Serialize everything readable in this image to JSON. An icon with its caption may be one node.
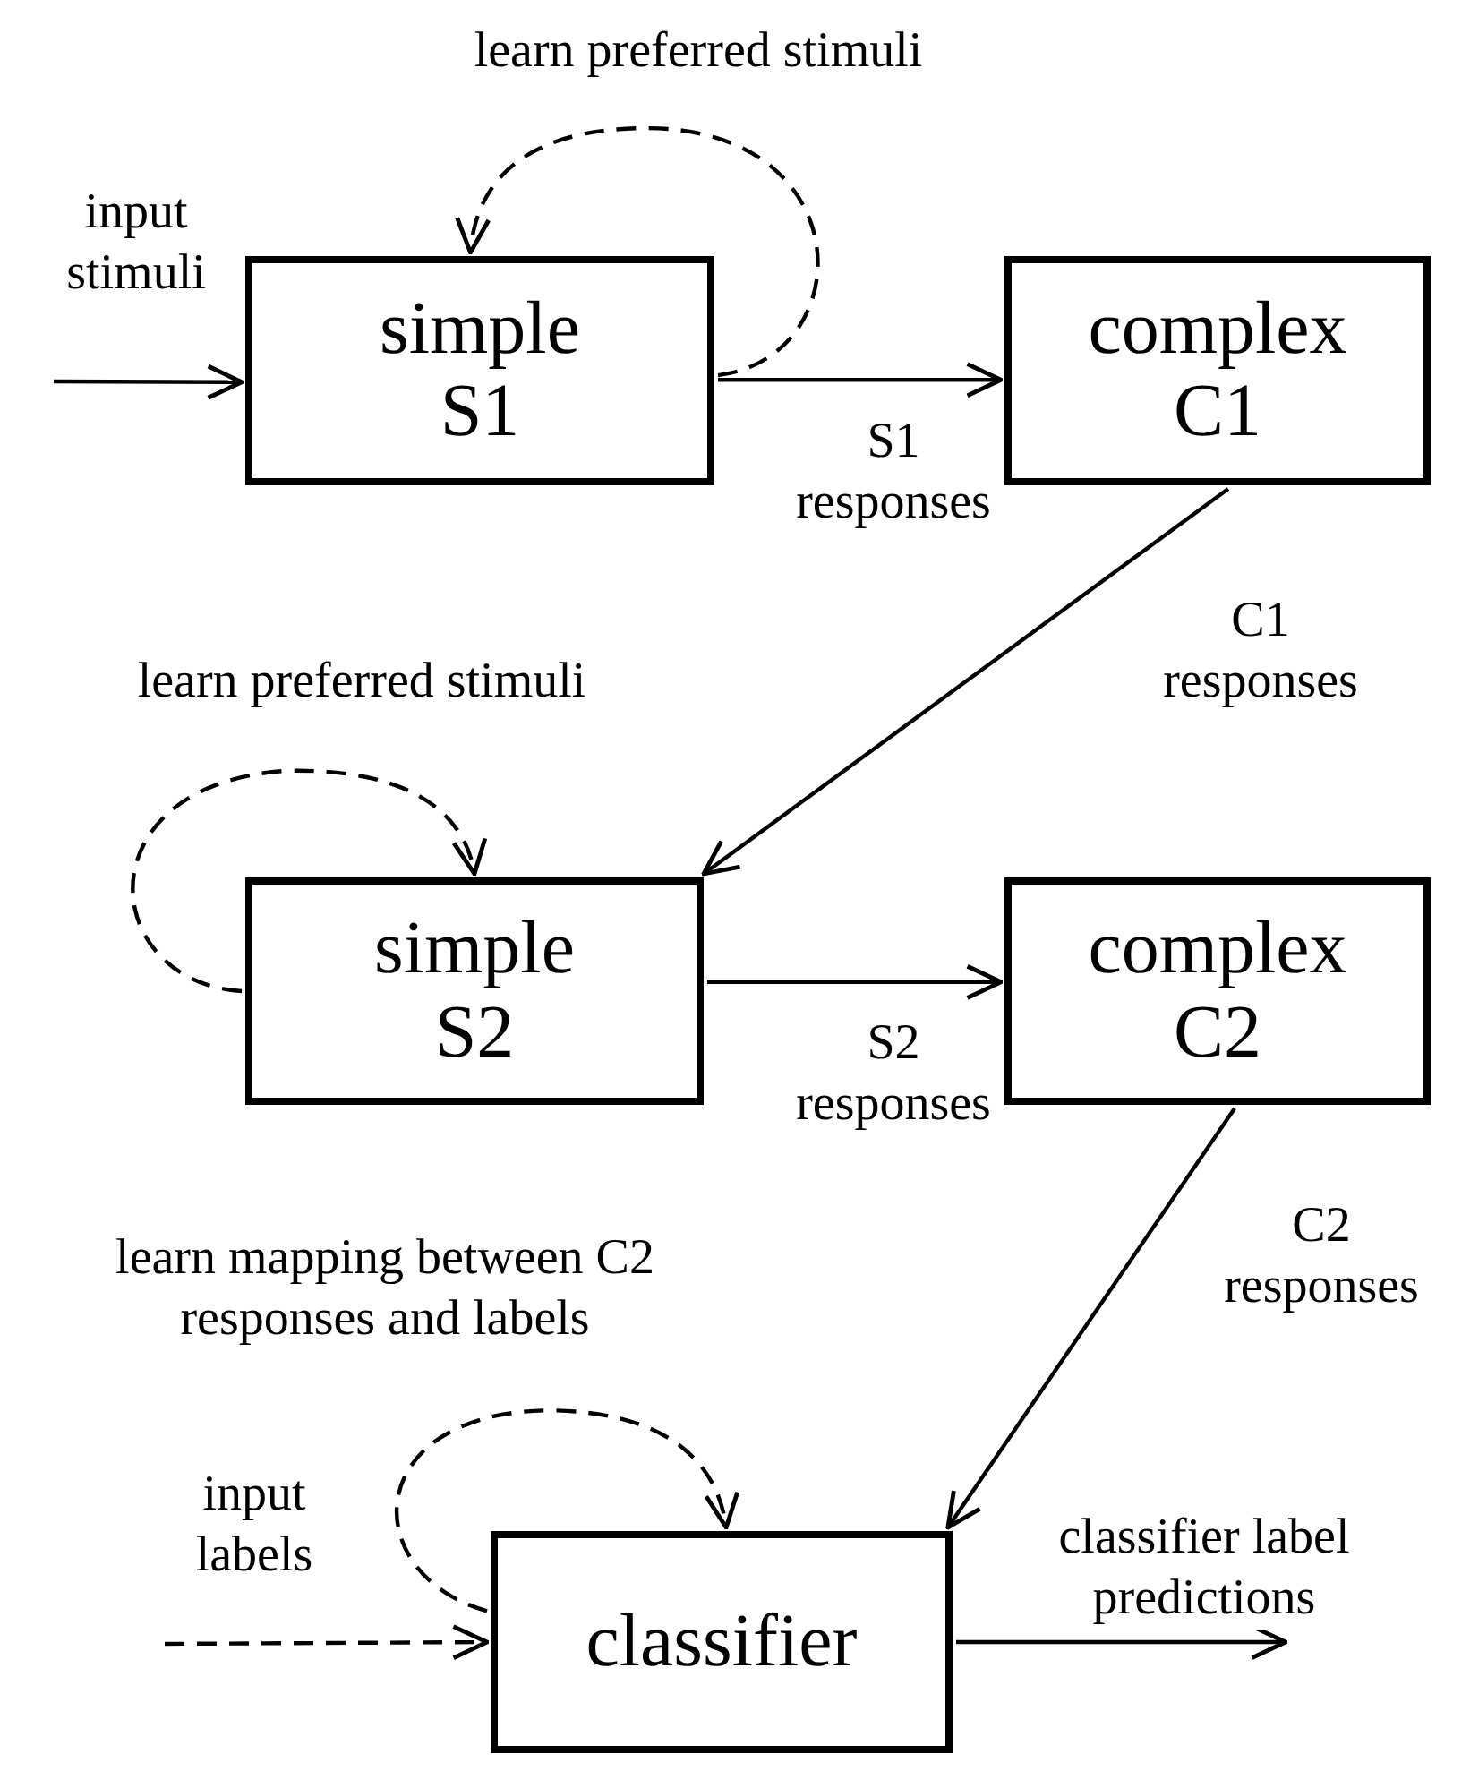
{
  "diagram": {
    "nodes": [
      {
        "text": [
          "simple S1"
        ]
      },
      {
        "text": [
          "complex C1"
        ]
      },
      {
        "text": [
          "simple S2"
        ]
      },
      {
        "text": [
          "complex C2"
        ]
      },
      {
        "text": [
          "classifier"
        ]
      }
    ],
    "edges": [
      {
        "from": null,
        "to": 0,
        "arrow": "to",
        "label": "input stimuli"
      },
      {
        "from": 0,
        "to": 0,
        "arrow": "to",
        "style": "dashed",
        "label": "learn preferred stimuli"
      },
      {
        "from": 0,
        "to": 1,
        "arrow": "to",
        "label": "S1 responses"
      },
      {
        "from": 1,
        "to": 2,
        "arrow": "to",
        "label": "C1 responses"
      },
      {
        "from": 2,
        "to": 2,
        "arrow": "to",
        "style": "dashed",
        "label": "learn preferred stimuli"
      },
      {
        "from": 2,
        "to": 3,
        "arrow": "to",
        "label": "S2 responses"
      },
      {
        "from": 3,
        "to": 4,
        "arrow": "to",
        "label": "C2 responses"
      },
      {
        "from": null,
        "to": 4,
        "arrow": "to",
        "style": "dashed",
        "label": "input labels"
      },
      {
        "from": 4,
        "to": 4,
        "arrow": "to",
        "style": "dashed",
        "label": "learn mapping between C2 responses and labels"
      },
      {
        "from": 4,
        "to": null,
        "arrow": "to",
        "label": "classifier label predictions"
      }
    ]
  }
}
